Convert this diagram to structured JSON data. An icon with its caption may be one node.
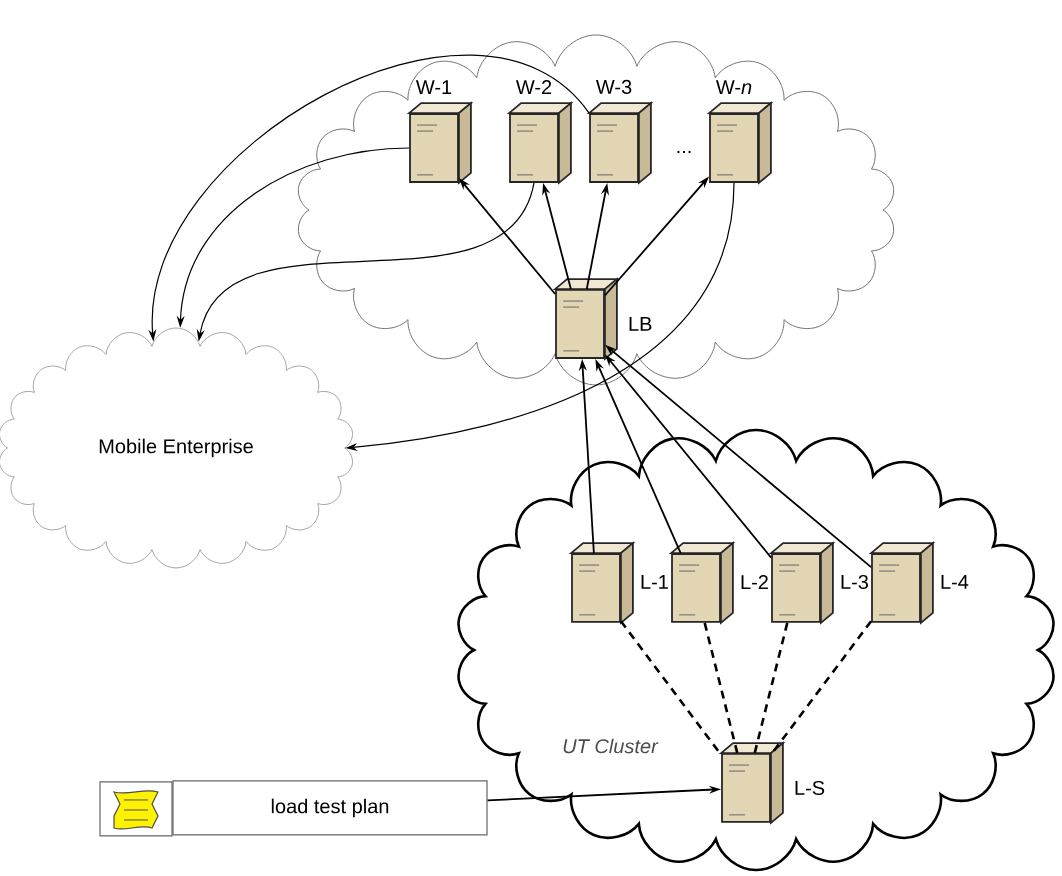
{
  "diagram": {
    "nodes": [
      {
        "text": [],
        "shape": "cloud"
      },
      {
        "text": [
          "W-1"
        ],
        "in": 0
      },
      {
        "text": [
          "W-2"
        ],
        "in": 0
      },
      {
        "text": [
          "W-3"
        ],
        "in": 0
      },
      {
        "text": [
          "W-*n*"
        ],
        "in": 0
      },
      {
        "text": [
          "LB"
        ],
        "in": 0
      },
      {
        "text": [
          "Mobile Enterprise"
        ]
      },
      {
        "text": [
          "UT Cluster"
        ]
      },
      {
        "text": [
          "L-1"
        ],
        "in": 7
      },
      {
        "text": [
          "L-2"
        ],
        "in": 7
      },
      {
        "text": [
          "L-3"
        ],
        "in": 7
      },
      {
        "text": [
          "L-4"
        ],
        "in": 7
      },
      {
        "text": [
          "L-S"
        ],
        "in": 7
      },
      {
        "text": [
          "load test plan"
        ]
      }
    ],
    "edges": [
      {
        "from": 5,
        "to": 1,
        "arrow": "to"
      },
      {
        "from": 5,
        "to": 2,
        "arrow": "to"
      },
      {
        "from": 5,
        "to": 3,
        "arrow": "to"
      },
      {
        "from": 5,
        "to": 4,
        "arrow": "to"
      },
      {
        "from": 1,
        "to": 6,
        "arrow": "to"
      },
      {
        "from": 2,
        "to": 6,
        "arrow": "to"
      },
      {
        "from": 3,
        "to": 6,
        "arrow": "to"
      },
      {
        "from": 4,
        "to": 6,
        "arrow": "to"
      },
      {
        "from": 8,
        "to": 5,
        "arrow": "to"
      },
      {
        "from": 9,
        "to": 5,
        "arrow": "to"
      },
      {
        "from": 10,
        "to": 5,
        "arrow": "to"
      },
      {
        "from": 11,
        "to": 5,
        "arrow": "to"
      },
      {
        "from": 8,
        "to": 12,
        "arrow": "none",
        "style": "dashed"
      },
      {
        "from": 9,
        "to": 12,
        "arrow": "none",
        "style": "dashed"
      },
      {
        "from": 10,
        "to": 12,
        "arrow": "none",
        "style": "dashed"
      },
      {
        "from": 11,
        "to": 12,
        "arrow": "none",
        "style": "dashed"
      },
      {
        "from": 13,
        "to": 12,
        "arrow": "to"
      }
    ],
    "labels": [
      "..."
    ]
  }
}
